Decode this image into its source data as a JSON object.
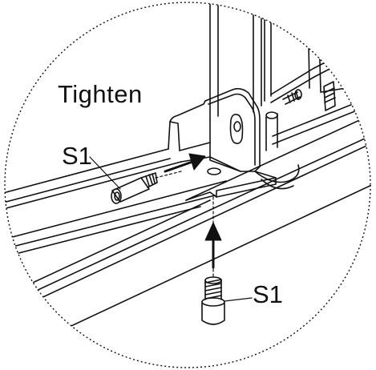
{
  "instruction": "Tighten",
  "callouts": {
    "screw_side": "S1",
    "screw_bottom": "S1"
  },
  "parts": {
    "screw_side": "socket-cap-screw",
    "screw_bottom": "socket-cap-screw"
  },
  "colors": {
    "line": "#111111",
    "background": "#ffffff"
  }
}
